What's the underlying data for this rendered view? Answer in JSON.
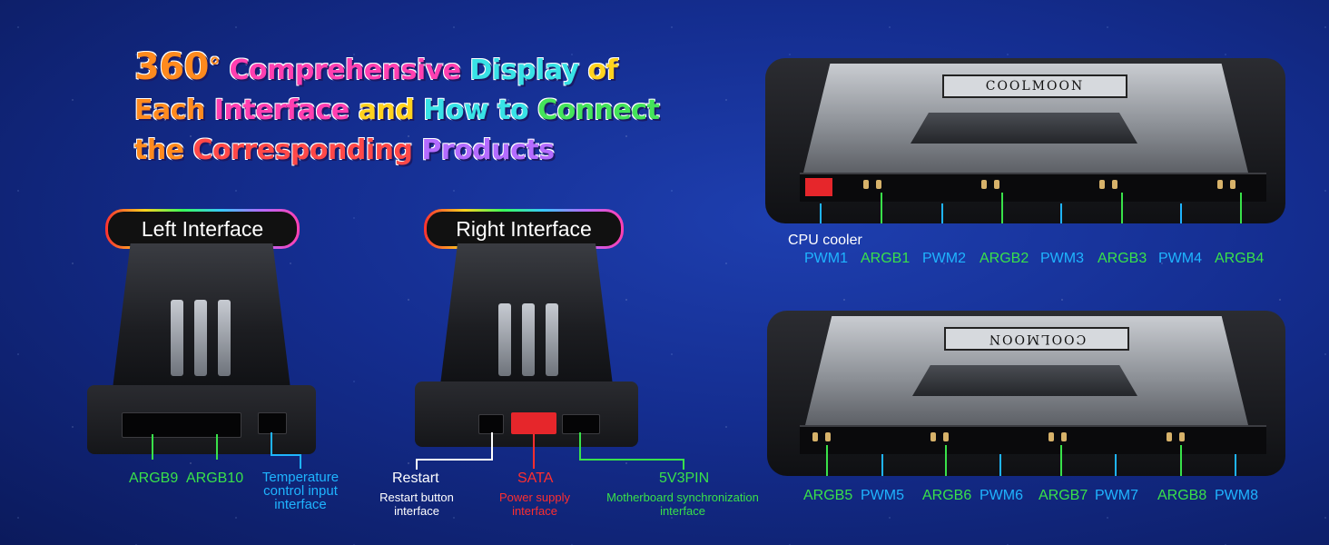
{
  "title": {
    "degree_number": "360",
    "degree_symbol": "°",
    "line1_a": "Comprehensive",
    "line1_b": "Display",
    "line1_c": "of",
    "line2_a": "Each",
    "line2_b": "Interface",
    "line2_c": "and",
    "line2_d": "How",
    "line2_e": "to",
    "line2_f": "Connect",
    "line3_a": "the",
    "line3_b": "Corresponding",
    "line3_c": "Products"
  },
  "left_panel": {
    "heading": "Left Interface",
    "labels": {
      "argb9": "ARGB9",
      "argb10": "ARGB10",
      "temp": "Temperature control input interface"
    }
  },
  "right_panel": {
    "heading": "Right Interface",
    "labels": {
      "restart": "Restart",
      "restart_desc": "Restart button interface",
      "sata": "SATA",
      "sata_desc": "Power supply interface",
      "sync": "5V3PIN",
      "sync_desc": "Motherboard synchronization interface"
    }
  },
  "top_device": {
    "logo": "COOLMOON",
    "cpu_label": "CPU cooler",
    "ports": [
      "PWM1",
      "ARGB1",
      "PWM2",
      "ARGB2",
      "PWM3",
      "ARGB3",
      "PWM4",
      "ARGB4"
    ]
  },
  "bottom_device": {
    "logo": "COOLMOON",
    "ports": [
      "ARGB5",
      "PWM5",
      "ARGB6",
      "PWM6",
      "ARGB7",
      "PWM7",
      "ARGB8",
      "PWM8"
    ]
  },
  "colors": {
    "argb_label": "#39e14a",
    "pwm_label": "#1fb4ff",
    "sata_label": "#ff2e2e",
    "background": "#142d8f"
  }
}
